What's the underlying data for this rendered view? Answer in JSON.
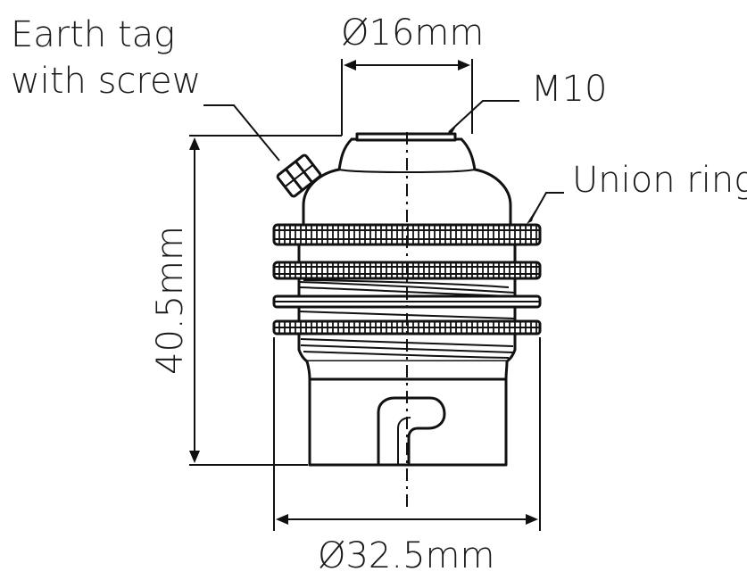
{
  "labels": {
    "earth_tag_line1": "Earth tag",
    "earth_tag_line2": "with screw",
    "thread": "M10",
    "union_ring": "Union ring"
  },
  "dimensions": {
    "top_diameter": "Ø16mm",
    "height": "40.5mm",
    "bottom_diameter": "Ø32.5mm"
  },
  "icons": {
    "earth_screw": "slotted-screw-head-icon"
  }
}
